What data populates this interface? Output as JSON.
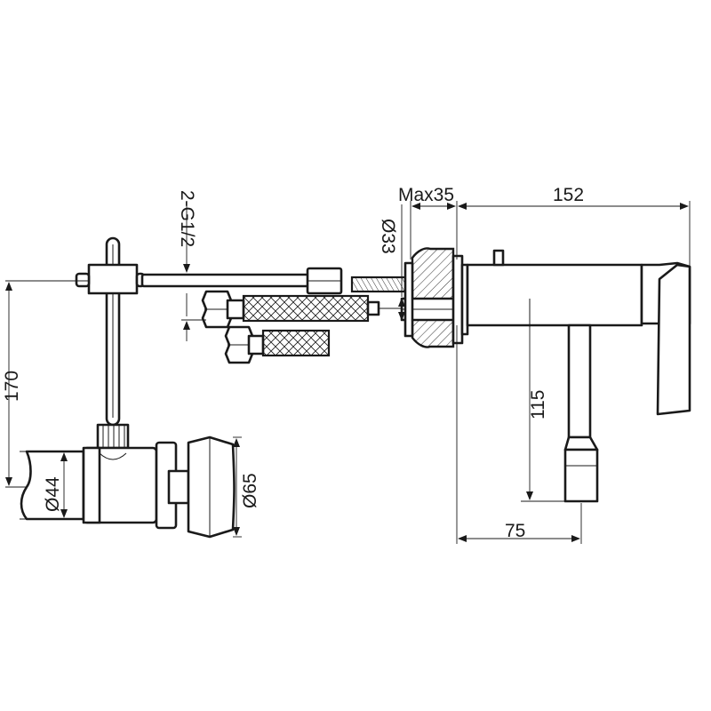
{
  "dimensions": {
    "max35": "Max35",
    "d152": "152",
    "thread": "2-G1/2",
    "d33": "Ø33",
    "d170": "170",
    "d44": "Ø44",
    "d65": "Ø65",
    "d115": "115",
    "d75": "75"
  }
}
